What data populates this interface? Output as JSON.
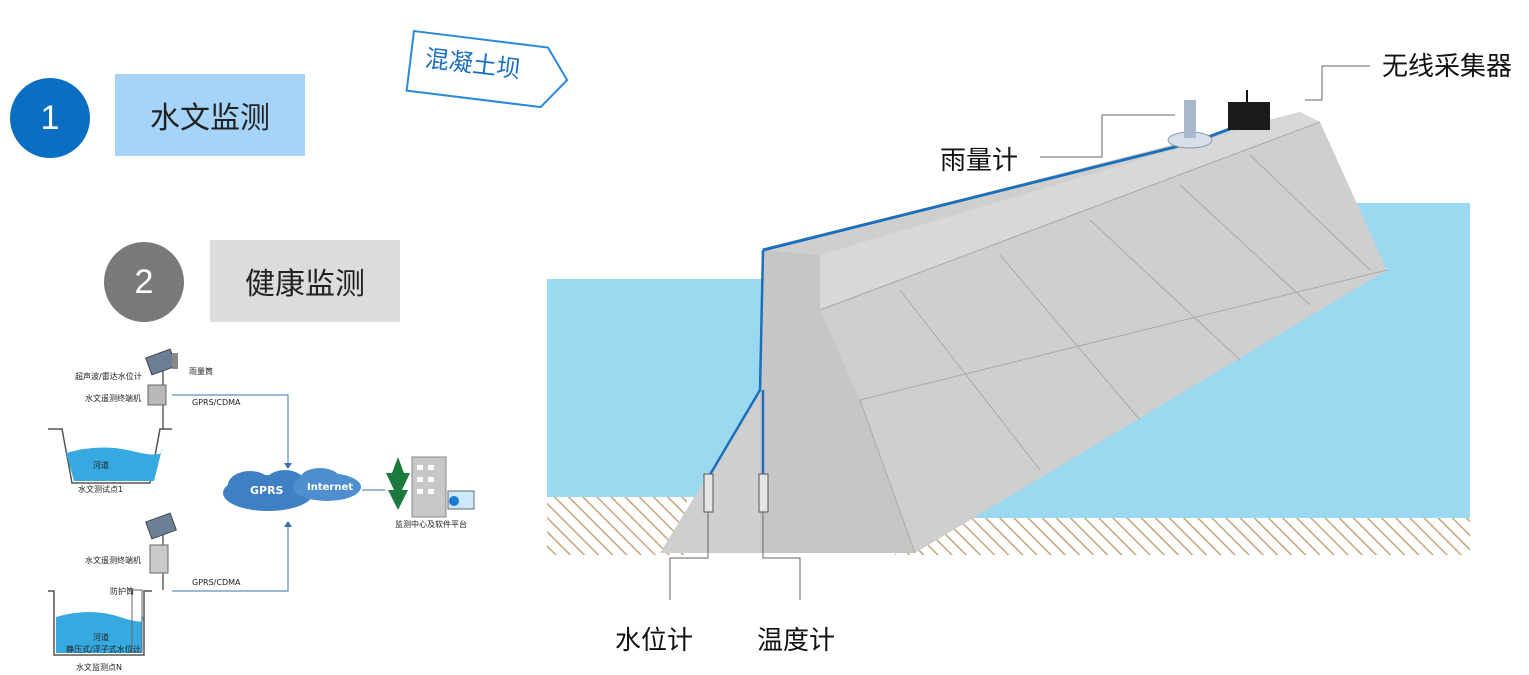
{
  "nav": {
    "item1": {
      "num": "1",
      "label": "水文监测"
    },
    "item2": {
      "num": "2",
      "label": "健康监测"
    }
  },
  "badge": "混凝土坝",
  "diagram_labels": {
    "wireless_collector": "无线采集器",
    "rain_gauge": "雨量计",
    "water_level_gauge": "水位计",
    "thermometer": "温度计"
  },
  "system": {
    "ultrasonic": "超声波/雷达水位计",
    "rain_tube": "雨量筒",
    "terminal_top": "水文遥测终端机",
    "gprs_top": "GPRS/CDMA",
    "river_top": "河道",
    "point1": "水文测试点1",
    "terminal_bottom": "水文遥测终端机",
    "protect_tube": "防护筒",
    "gprs_bottom": "GPRS/CDMA",
    "river_bottom": "河道",
    "static_gauge": "静压式/浮子式水位计",
    "pointN": "水文监测点N",
    "gprs_cloud": "GPRS",
    "internet_cloud": "Internet",
    "center": "监测中心及软件平台"
  },
  "colors": {
    "blue_circle": "#0a6fc2",
    "gray_circle": "#7a7a7a",
    "tab_blue": "#a6d4f8",
    "tab_gray": "#dcdcdc",
    "water": "#9ad9f0",
    "dam": "#cfcfcf",
    "cable": "#1c6fbd"
  }
}
